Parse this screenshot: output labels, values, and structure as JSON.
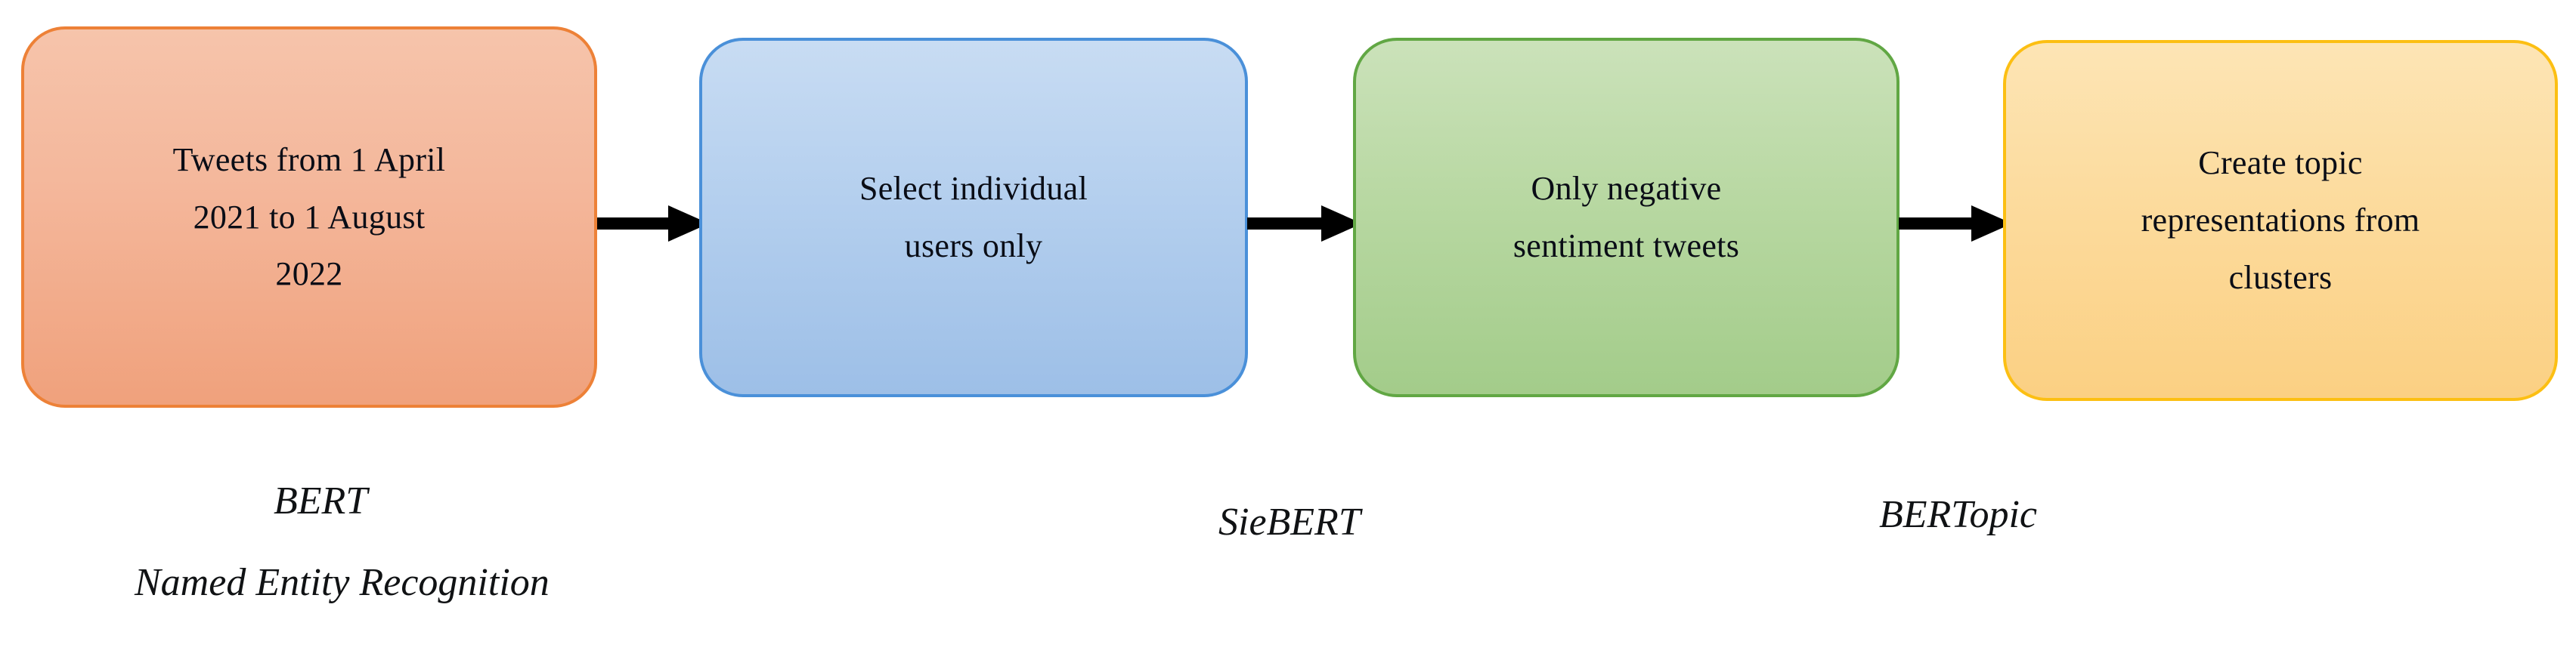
{
  "diagram": {
    "type": "flowchart",
    "orientation": "left-to-right",
    "nodes": [
      {
        "id": "tweets",
        "label": "Tweets from 1 April\n2021 to 1 August\n2022",
        "fill": "#f2ae8c",
        "border": "#ed8137"
      },
      {
        "id": "users",
        "label": "Select individual\nusers only",
        "fill": "#aecae9",
        "border": "#4a90d9"
      },
      {
        "id": "sentiment",
        "label": "Only negative\nsentiment tweets",
        "fill": "#b4d9a0",
        "border": "#61a744"
      },
      {
        "id": "topics",
        "label": "Create topic\nrepresentations from\nclusters",
        "fill": "#fcd88f",
        "border": "#fcbf13"
      }
    ],
    "arrows": [
      {
        "id": "arrow-1",
        "from": "tweets",
        "to": "users",
        "color": "#000000"
      },
      {
        "id": "arrow-2",
        "from": "users",
        "to": "sentiment",
        "color": "#000000"
      },
      {
        "id": "arrow-3",
        "from": "sentiment",
        "to": "topics",
        "color": "#000000"
      }
    ],
    "annotations": [
      {
        "id": "bert",
        "text": "BERT",
        "attached_to": "arrow-1"
      },
      {
        "id": "ner",
        "text": "Named Entity Recognition",
        "attached_to": "arrow-1"
      },
      {
        "id": "siebert",
        "text": "SieBERT",
        "attached_to": "arrow-2"
      },
      {
        "id": "bertopic",
        "text": "BERTopic",
        "attached_to": "arrow-3"
      }
    ]
  }
}
